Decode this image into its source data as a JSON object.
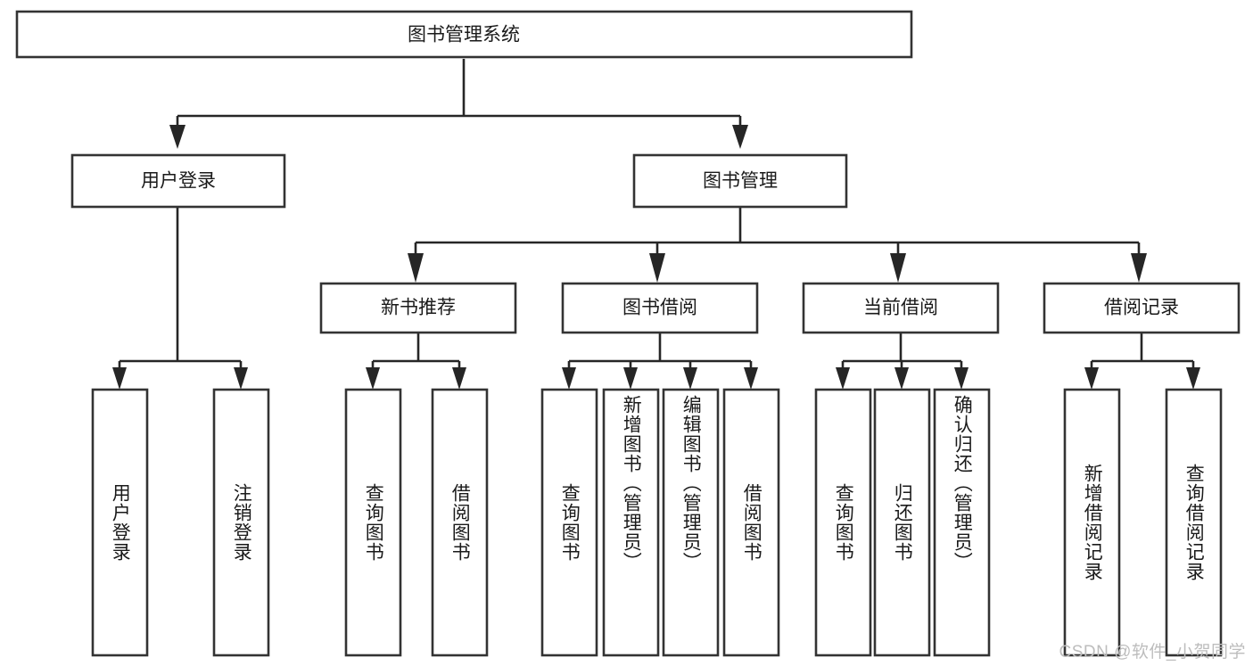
{
  "diagram": {
    "type": "tree",
    "title": "图书管理系统",
    "watermark": "CSDN @软件_小贺同学",
    "root": {
      "id": "root",
      "label": "图书管理系统",
      "orientation": "horizontal"
    },
    "level2": [
      {
        "id": "user-login",
        "label": "用户登录",
        "orientation": "horizontal"
      },
      {
        "id": "book-manage",
        "label": "图书管理",
        "orientation": "horizontal"
      }
    ],
    "level3": [
      {
        "id": "new-book-recommend",
        "label": "新书推荐",
        "orientation": "horizontal",
        "parent": "book-manage"
      },
      {
        "id": "book-borrow",
        "label": "图书借阅",
        "orientation": "horizontal",
        "parent": "book-manage"
      },
      {
        "id": "current-borrow",
        "label": "当前借阅",
        "orientation": "horizontal",
        "parent": "book-manage"
      },
      {
        "id": "borrow-record",
        "label": "借阅记录",
        "orientation": "horizontal",
        "parent": "book-manage"
      }
    ],
    "leaves": [
      {
        "id": "leaf-user-login",
        "label": "用户登录",
        "orientation": "vertical",
        "parent": "user-login"
      },
      {
        "id": "leaf-logout-login",
        "label": "注销登录",
        "orientation": "vertical",
        "parent": "user-login"
      },
      {
        "id": "leaf-query-book-1",
        "label": "查询图书",
        "orientation": "vertical",
        "parent": "new-book-recommend"
      },
      {
        "id": "leaf-borrow-book-1",
        "label": "借阅图书",
        "orientation": "vertical",
        "parent": "new-book-recommend"
      },
      {
        "id": "leaf-query-book-2",
        "label": "查询图书",
        "orientation": "vertical",
        "parent": "book-borrow"
      },
      {
        "id": "leaf-add-book",
        "label": "新增图书（管理员）",
        "orientation": "vertical",
        "parent": "book-borrow"
      },
      {
        "id": "leaf-edit-book",
        "label": "编辑图书（管理员）",
        "orientation": "vertical",
        "parent": "book-borrow"
      },
      {
        "id": "leaf-borrow-book-2",
        "label": "借阅图书",
        "orientation": "vertical",
        "parent": "book-borrow"
      },
      {
        "id": "leaf-query-book-3",
        "label": "查询图书",
        "orientation": "vertical",
        "parent": "current-borrow"
      },
      {
        "id": "leaf-return-book",
        "label": "归还图书",
        "orientation": "vertical",
        "parent": "current-borrow"
      },
      {
        "id": "leaf-confirm-return",
        "label": "确认归还（管理员）",
        "orientation": "vertical",
        "parent": "current-borrow"
      },
      {
        "id": "leaf-add-record",
        "label": "新增借阅记录",
        "orientation": "vertical",
        "parent": "borrow-record"
      },
      {
        "id": "leaf-query-record",
        "label": "查询借阅记录",
        "orientation": "vertical",
        "parent": "borrow-record"
      }
    ],
    "colors": {
      "background": "#ffffff",
      "box_fill": "#ffffff",
      "box_stroke": "#333333",
      "connector": "#262626",
      "text": "#1a1a1a",
      "watermark": "#bdbdbd"
    }
  }
}
